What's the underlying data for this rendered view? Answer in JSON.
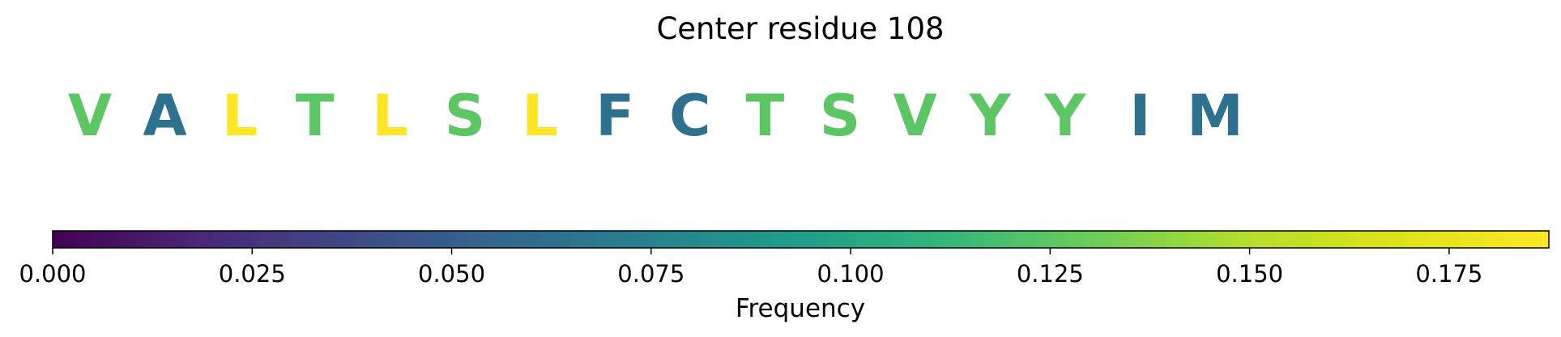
{
  "chart_data": {
    "type": "sequence-logo",
    "title": "Center residue 108",
    "residues": [
      {
        "letter": "V",
        "frequency": 0.125
      },
      {
        "letter": "A",
        "frequency": 0.0625
      },
      {
        "letter": "L",
        "frequency": 0.1875
      },
      {
        "letter": "T",
        "frequency": 0.125
      },
      {
        "letter": "L",
        "frequency": 0.1875
      },
      {
        "letter": "S",
        "frequency": 0.125
      },
      {
        "letter": "L",
        "frequency": 0.1875
      },
      {
        "letter": "F",
        "frequency": 0.0625
      },
      {
        "letter": "C",
        "frequency": 0.0625
      },
      {
        "letter": "T",
        "frequency": 0.125
      },
      {
        "letter": "S",
        "frequency": 0.125
      },
      {
        "letter": "V",
        "frequency": 0.125
      },
      {
        "letter": "Y",
        "frequency": 0.125
      },
      {
        "letter": "Y",
        "frequency": 0.125
      },
      {
        "letter": "I",
        "frequency": 0.0625
      },
      {
        "letter": "M",
        "frequency": 0.0625
      }
    ],
    "colorbar": {
      "label": "Frequency",
      "range": [
        0,
        0.1875
      ],
      "ticks": [
        0.0,
        0.025,
        0.05,
        0.075,
        0.1,
        0.125,
        0.15,
        0.175
      ],
      "tick_labels": [
        "0.000",
        "0.025",
        "0.050",
        "0.075",
        "0.100",
        "0.125",
        "0.150",
        "0.175"
      ],
      "colormap": "viridis",
      "orientation": "horizontal"
    }
  }
}
